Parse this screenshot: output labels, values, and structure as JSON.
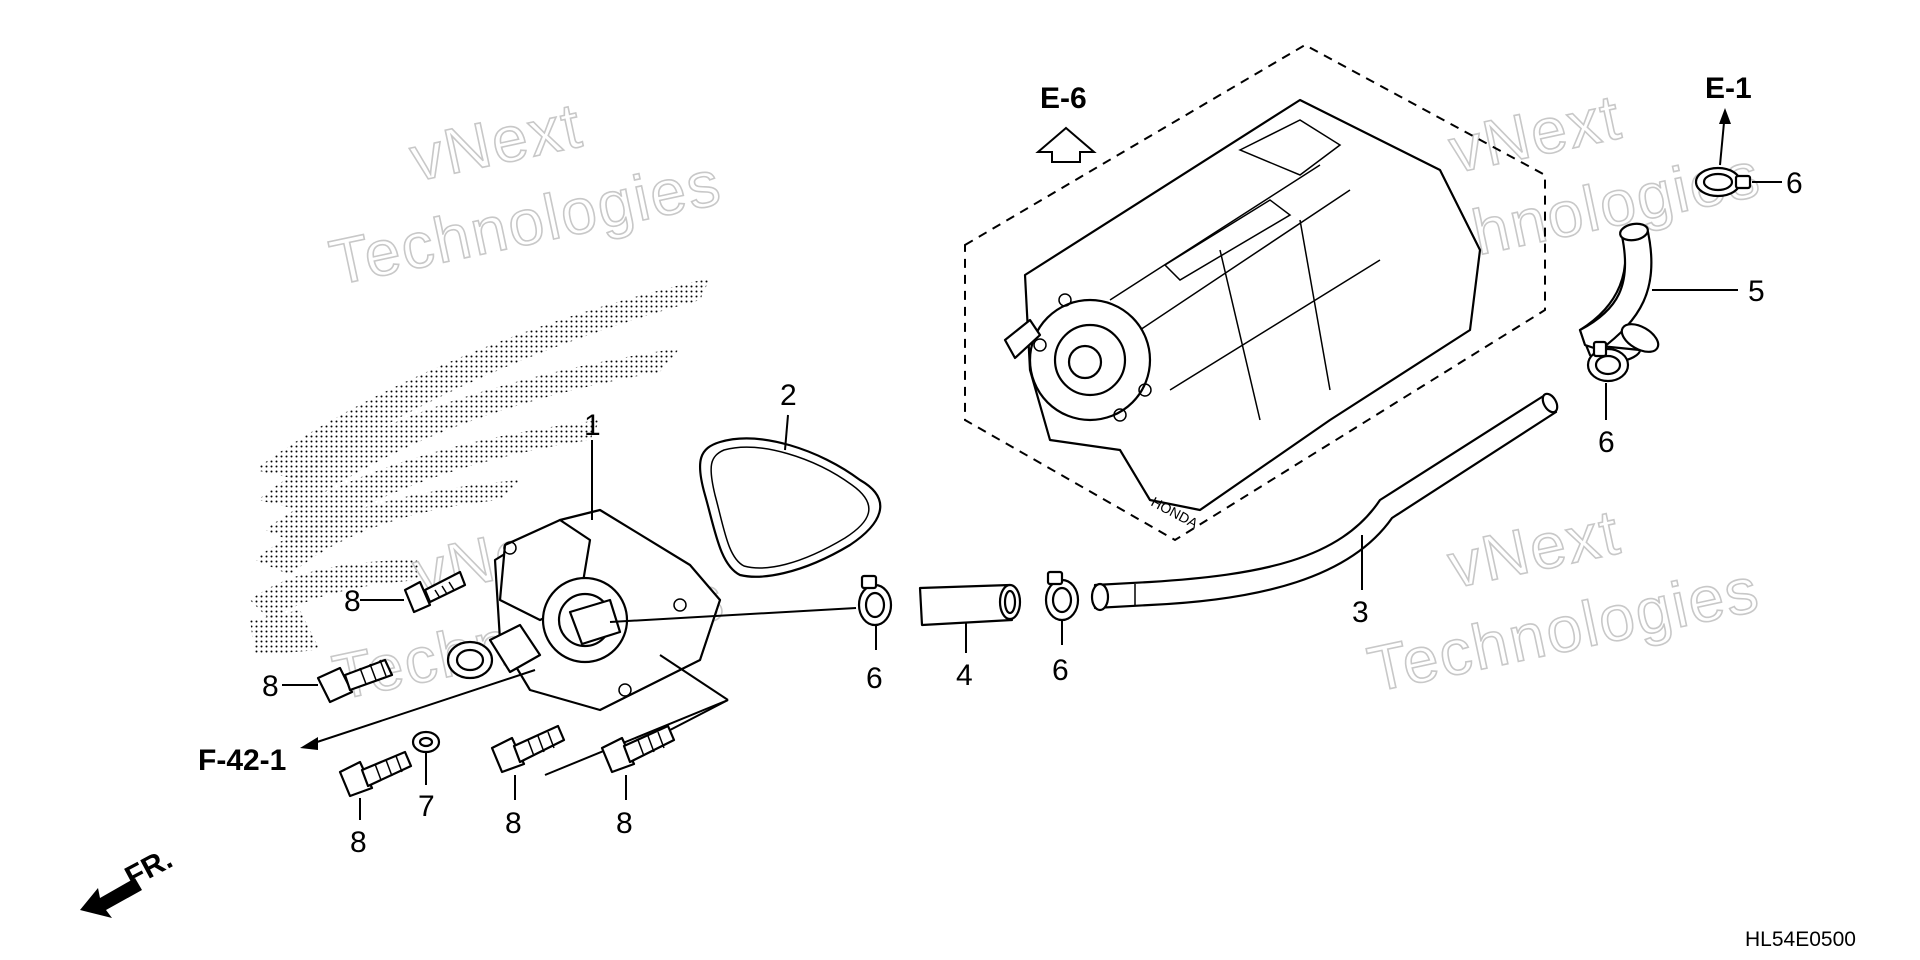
{
  "watermark": {
    "line1": "vNext",
    "line2": "Technologies"
  },
  "references": {
    "e6": "E-6",
    "e1": "E-1",
    "f42": "F-42-1",
    "front": "FR."
  },
  "callouts": {
    "c1": "1",
    "c2": "2",
    "c3": "3",
    "c4": "4",
    "c5": "5",
    "c6a": "6",
    "c6b": "6",
    "c6c": "6",
    "c6d": "6",
    "c7": "7",
    "c8a": "8",
    "c8b": "8",
    "c8c": "8",
    "c8d": "8",
    "c8e": "8"
  },
  "diagram_code": "HL54E0500"
}
